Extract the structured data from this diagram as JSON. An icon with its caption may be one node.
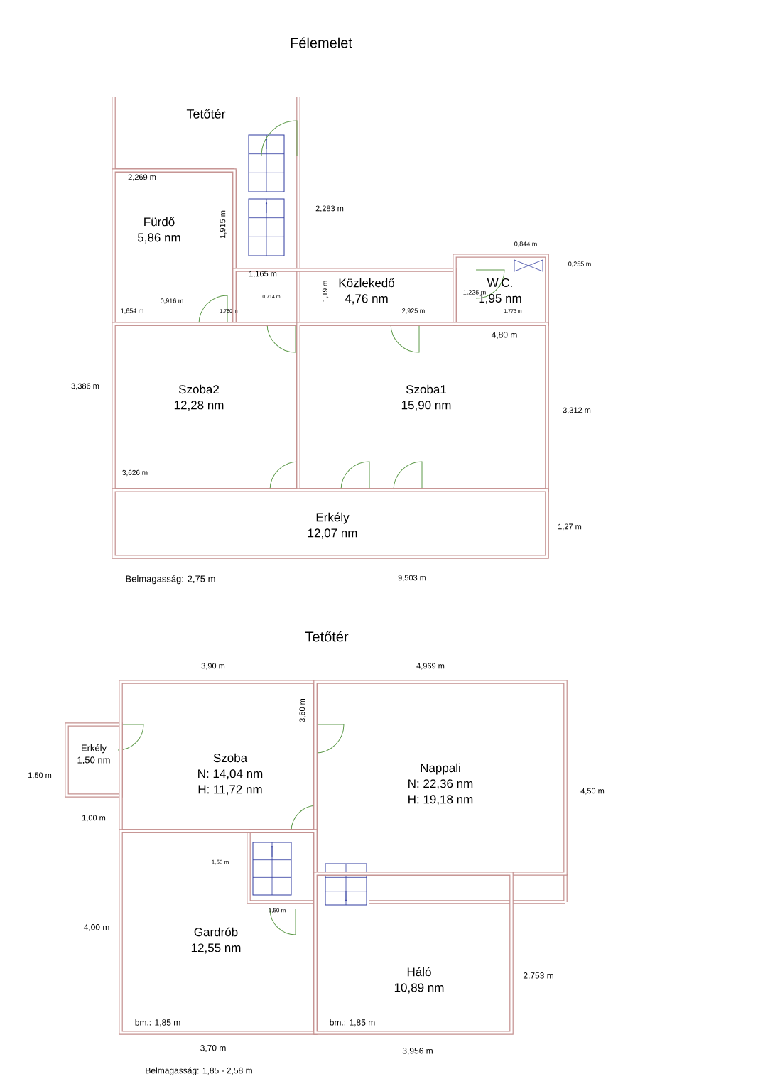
{
  "diagram": {
    "title": "Félemelet",
    "nodes": [
      {
        "text": [
          "Fürdő",
          "5,86 nm"
        ]
      },
      {
        "text": [
          "Közlekedő",
          "4,76 nm"
        ]
      },
      {
        "text": [
          "W.C.",
          "1,95 nm"
        ]
      },
      {
        "text": [
          "Szoba2",
          "12,28 nm"
        ]
      },
      {
        "text": [
          "Szoba1",
          "15,90 nm"
        ]
      },
      {
        "text": [
          "Erkély",
          "12,07 nm"
        ]
      },
      {
        "text": [
          "Erkély",
          "1,50 nm"
        ]
      },
      {
        "text": [
          "Szoba",
          "N: 14,04 nm",
          "H: 11,72 nm"
        ]
      },
      {
        "text": [
          "Nappali",
          "N: 22,36 nm",
          "H: 19,18 nm"
        ]
      },
      {
        "text": [
          "Gardrób",
          "12,55 nm"
        ]
      },
      {
        "text": [
          "Háló",
          "10,89 nm"
        ]
      }
    ],
    "labels": [
      "Tetőtér",
      "2,269 m",
      "1,915 m",
      "2,283 m",
      "0,844 m",
      "0,255 m",
      "1,165 m",
      "0,916 m",
      "0,714 m",
      "1,19 m",
      "1,225 m",
      "1,654 m",
      "1,780 m",
      "2,925 m",
      "1,773 m",
      "4,80 m",
      "3,386 m",
      "3,312 m",
      "3,626 m",
      "1,27 m",
      "Belmagasság: 2,75 m",
      "9,503 m",
      "Tetőtér",
      "3,90 m",
      "4,969 m",
      "3,60 m",
      "1,50 m",
      "4,50 m",
      "1,00 m",
      "1,50 m",
      "1,50 m",
      "4,00 m",
      "2,753 m",
      "bm.: 1,85 m",
      "bm.: 1,85 m",
      "3,70 m",
      "3,956 m",
      "Belmagasság: 1,85 - 2,58 m"
    ]
  }
}
